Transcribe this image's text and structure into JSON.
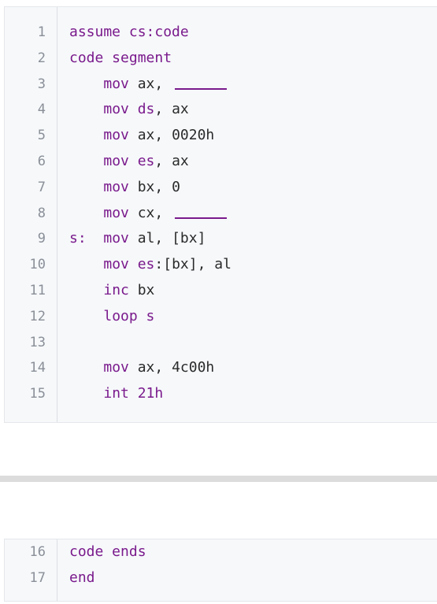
{
  "block_a": {
    "lines": [
      {
        "n": "1",
        "label": "",
        "indent": false,
        "parts": [
          {
            "t": "assume ",
            "k": true
          },
          {
            "t": "cs:",
            "k": true
          },
          {
            "t": "code",
            "k": true
          }
        ]
      },
      {
        "n": "2",
        "label": "",
        "indent": false,
        "parts": [
          {
            "t": "code segment",
            "k": true
          }
        ]
      },
      {
        "n": "3",
        "label": "",
        "indent": true,
        "parts": [
          {
            "t": "mov ",
            "k": true
          },
          {
            "t": "ax, ",
            "k": false
          }
        ],
        "blank": true
      },
      {
        "n": "4",
        "label": "",
        "indent": true,
        "parts": [
          {
            "t": "mov ",
            "k": true
          },
          {
            "t": "ds",
            "k": true
          },
          {
            "t": ", ax",
            "k": false
          }
        ]
      },
      {
        "n": "5",
        "label": "",
        "indent": true,
        "parts": [
          {
            "t": "mov ",
            "k": true
          },
          {
            "t": "ax, 0020h",
            "k": false
          }
        ]
      },
      {
        "n": "6",
        "label": "",
        "indent": true,
        "parts": [
          {
            "t": "mov ",
            "k": true
          },
          {
            "t": "es",
            "k": true
          },
          {
            "t": ", ax",
            "k": false
          }
        ]
      },
      {
        "n": "7",
        "label": "",
        "indent": true,
        "parts": [
          {
            "t": "mov ",
            "k": true
          },
          {
            "t": "bx, 0",
            "k": false
          }
        ]
      },
      {
        "n": "8",
        "label": "",
        "indent": true,
        "parts": [
          {
            "t": "mov ",
            "k": true
          },
          {
            "t": "cx, ",
            "k": false
          }
        ],
        "blank": true
      },
      {
        "n": "9",
        "label": "s:",
        "indent": false,
        "parts": [
          {
            "t": "mov ",
            "k": true
          },
          {
            "t": "al, [bx]",
            "k": false
          }
        ]
      },
      {
        "n": "10",
        "label": "",
        "indent": true,
        "parts": [
          {
            "t": "mov ",
            "k": true
          },
          {
            "t": "es",
            "k": true
          },
          {
            "t": ":[bx], al",
            "k": false
          }
        ]
      },
      {
        "n": "11",
        "label": "",
        "indent": true,
        "parts": [
          {
            "t": "inc ",
            "k": true
          },
          {
            "t": "bx",
            "k": false
          }
        ]
      },
      {
        "n": "12",
        "label": "",
        "indent": true,
        "parts": [
          {
            "t": "loop s",
            "k": true
          }
        ]
      },
      {
        "n": "13",
        "label": "",
        "indent": false,
        "parts": []
      },
      {
        "n": "14",
        "label": "",
        "indent": true,
        "parts": [
          {
            "t": "mov ",
            "k": true
          },
          {
            "t": "ax, 4c00h",
            "k": false
          }
        ]
      },
      {
        "n": "15",
        "label": "",
        "indent": true,
        "parts": [
          {
            "t": "int 21h",
            "k": true
          }
        ]
      }
    ]
  },
  "block_b": {
    "lines": [
      {
        "n": "16",
        "label": "",
        "indent": false,
        "parts": [
          {
            "t": "code ends",
            "k": true
          }
        ]
      },
      {
        "n": "17",
        "label": "",
        "indent": false,
        "parts": [
          {
            "t": "end",
            "k": true
          }
        ]
      }
    ]
  },
  "colors": {
    "keyword": "#7a1a8c",
    "text": "#2a2a2a",
    "line_number": "#8a8f98",
    "block_bg": "#f6f8fa"
  }
}
